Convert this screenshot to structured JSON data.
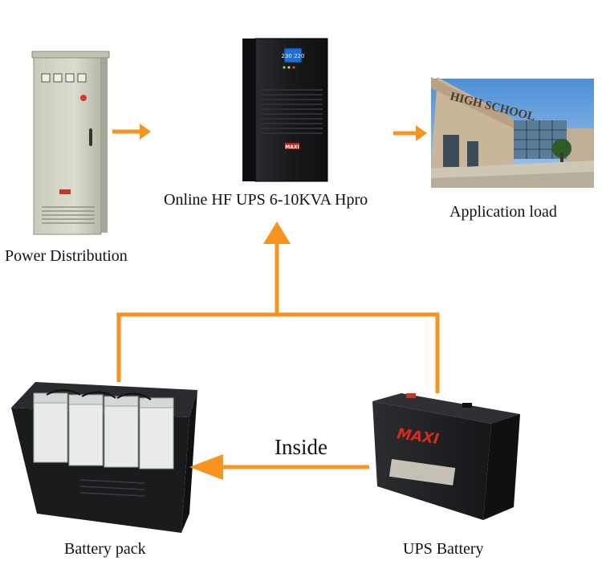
{
  "colors": {
    "arrow": "#f7931e",
    "cabinet": "#d6d7c9",
    "ups_body": "#1b1c1e",
    "battery_body": "#222326",
    "battery_brand": "#d52b1e"
  },
  "nodes": {
    "power_distribution": {
      "label": "Power Distribution",
      "icon": "power-cabinet"
    },
    "ups": {
      "label": "Online HF UPS 6-10KVA Hpro",
      "icon": "tower-ups",
      "brand": "MAXI",
      "display": "230 220"
    },
    "application_load": {
      "label": "Application load",
      "icon": "school-building",
      "sign": "HIGH SCHOOL"
    },
    "battery_pack": {
      "label": "Battery pack",
      "icon": "battery-cabinet"
    },
    "ups_battery": {
      "label": "UPS Battery",
      "icon": "sealed-battery",
      "brand": "MAXI"
    }
  },
  "edges": [
    {
      "from": "power_distribution",
      "to": "ups"
    },
    {
      "from": "ups",
      "to": "application_load"
    },
    {
      "from": "battery_pack",
      "to": "ups"
    },
    {
      "from": "ups_battery",
      "to": "ups"
    },
    {
      "from": "ups_battery",
      "to": "battery_pack",
      "label": "Inside"
    }
  ]
}
